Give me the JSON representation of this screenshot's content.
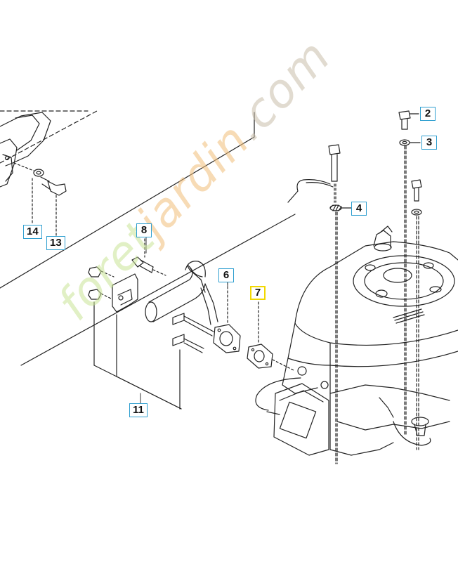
{
  "callouts": {
    "c2": "2",
    "c3": "3",
    "c4": "4",
    "c6": "6",
    "c7": "7",
    "c8": "8",
    "c11": "11",
    "c13": "13",
    "c14": "14"
  },
  "highlighted_callout": "7",
  "watermark": {
    "part1": "foret",
    "part2": "jardin",
    "part3": ".com"
  },
  "colors": {
    "callout_border": "#2f9fd0",
    "highlight_border": "#f2d800",
    "line_art": "#222222",
    "watermark_green": "#c8e496",
    "watermark_orange": "#f0be78"
  }
}
